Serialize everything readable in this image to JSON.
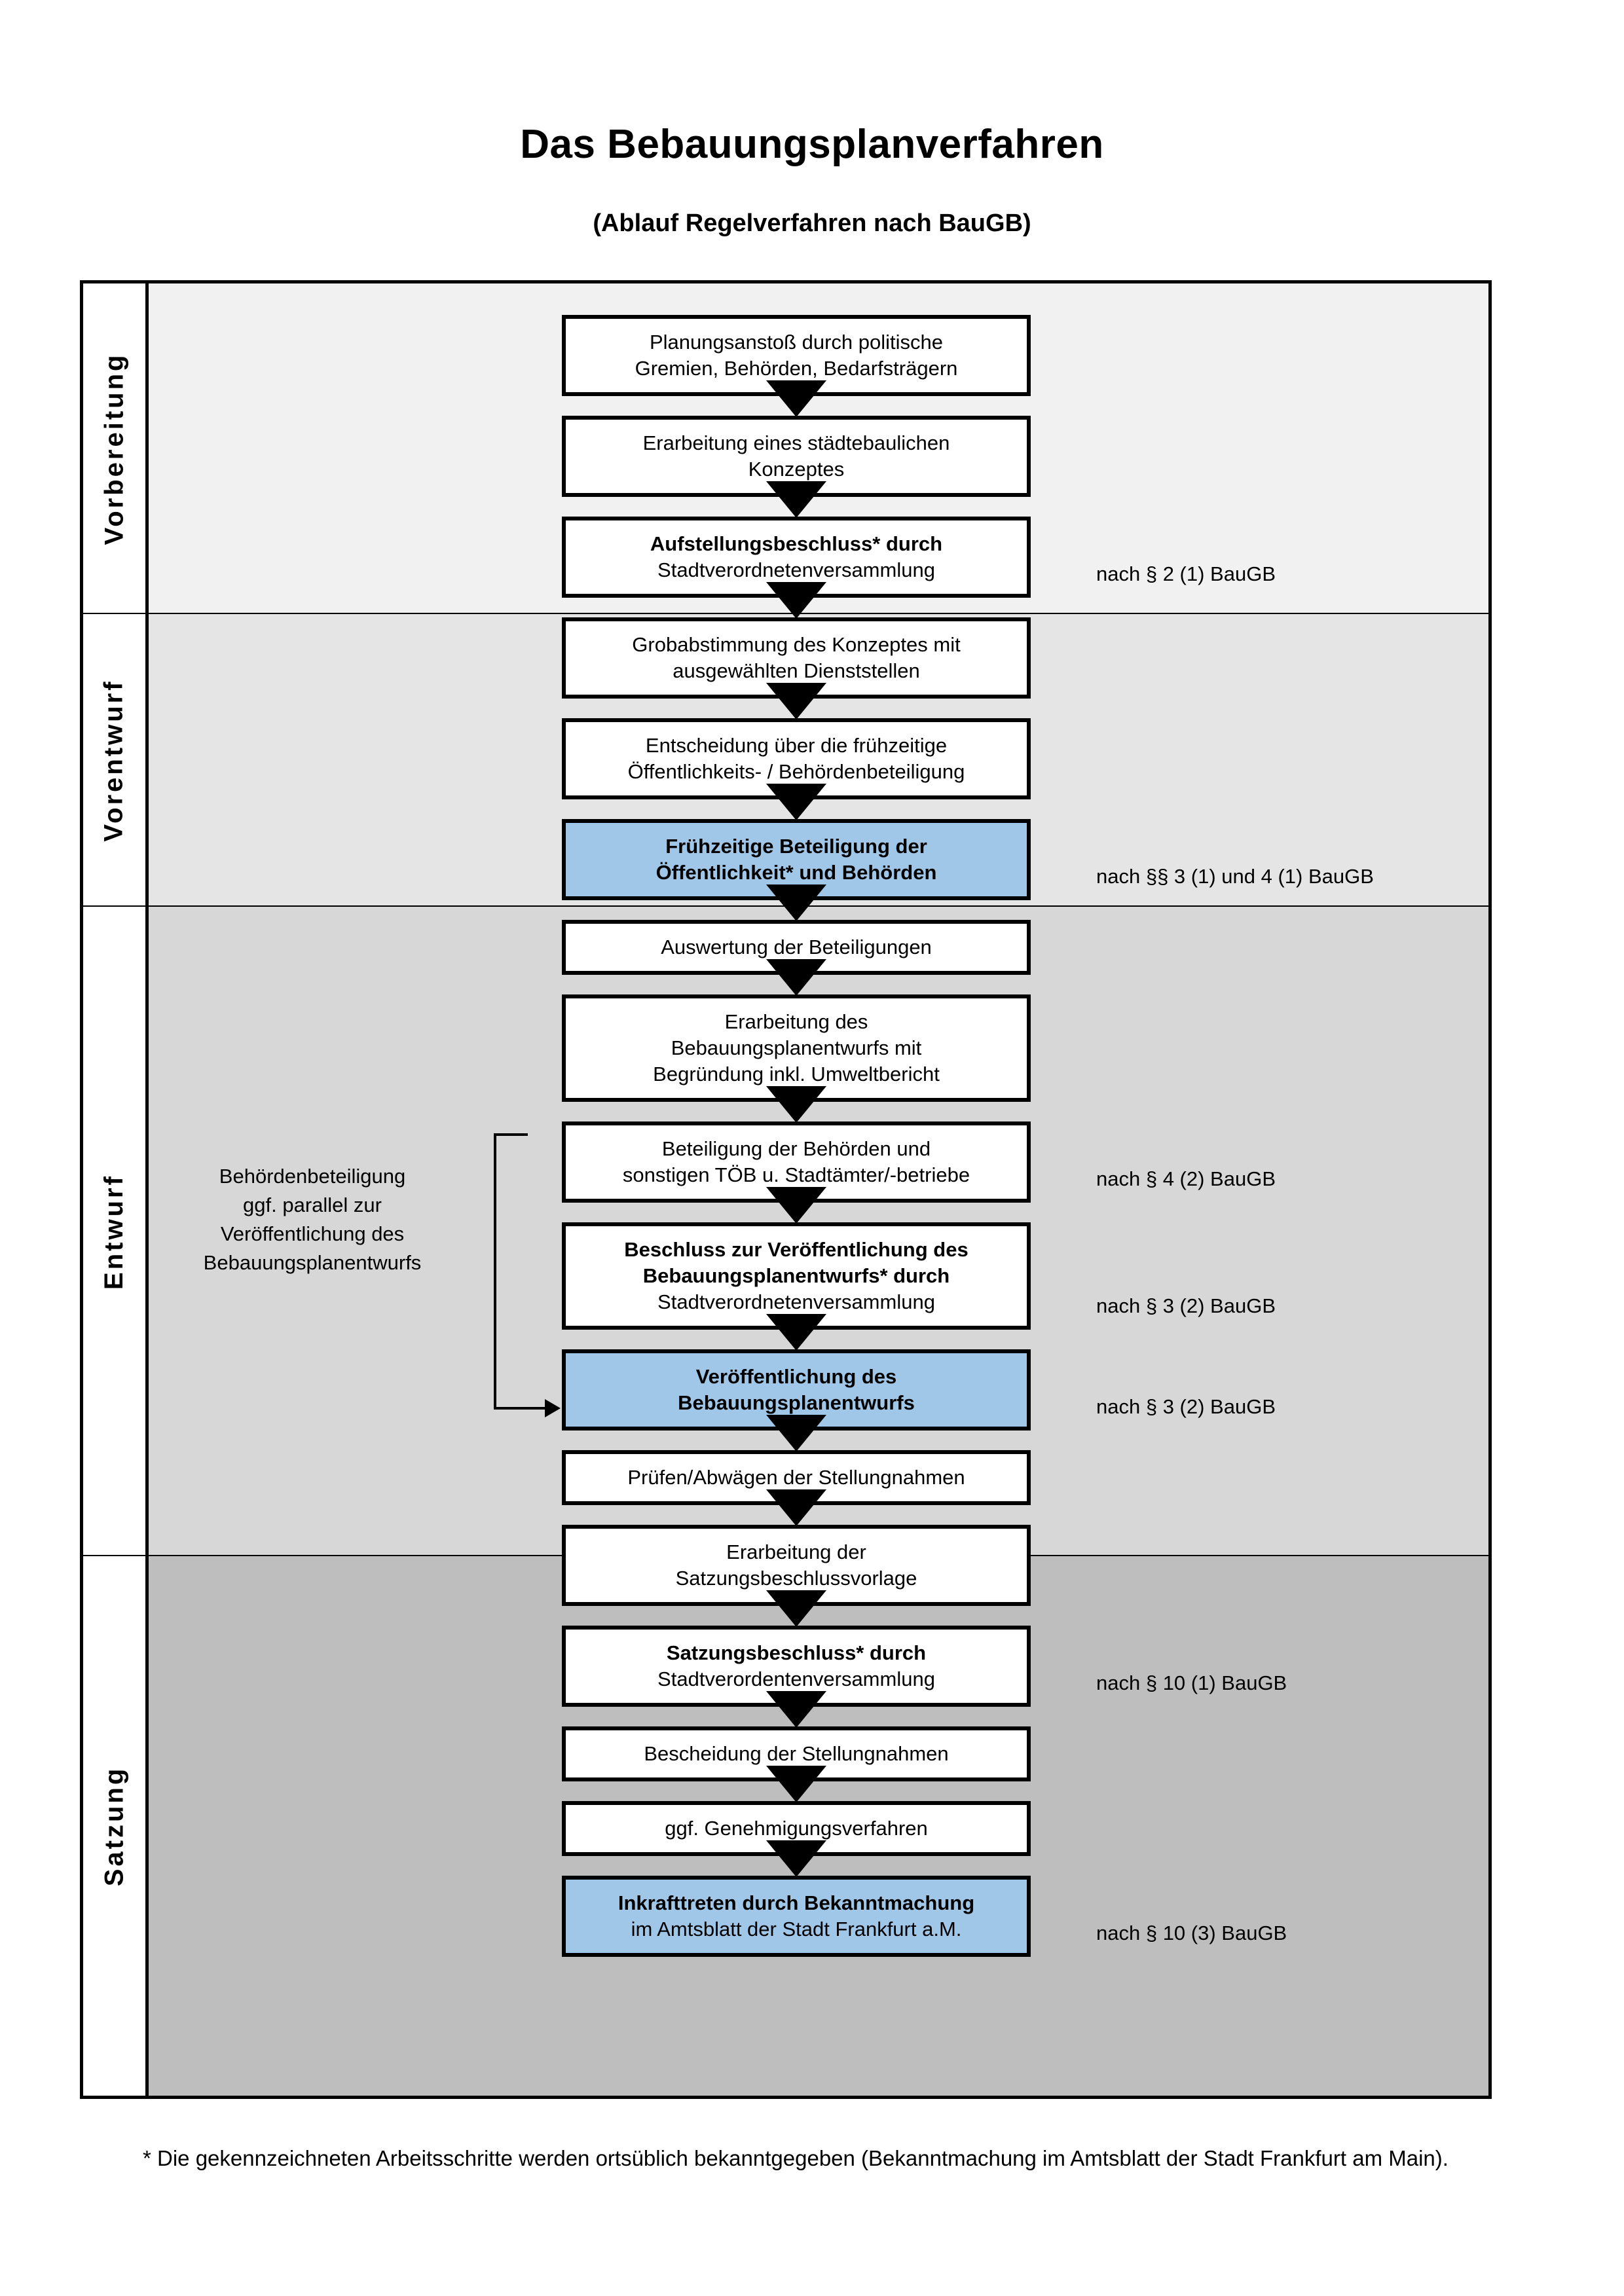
{
  "header": {
    "title": "Das Bebauungsplanverfahren",
    "subtitle": "(Ablauf Regelverfahren nach BauGB)"
  },
  "phases": [
    {
      "label": "Vorbereitung",
      "shade": "#f1f1f1"
    },
    {
      "label": "Vorentwurf",
      "shade": "#e5e5e5"
    },
    {
      "label": "Entwurf",
      "shade": "#d7d7d7"
    },
    {
      "label": "Satzung",
      "shade": "#bebebe"
    }
  ],
  "steps": [
    {
      "id": "planungsanstoss",
      "phase": "Vorbereitung",
      "highlight": false,
      "lines": [
        {
          "t": "Planungsanstoß durch politische",
          "bold": false
        },
        {
          "t": "Gremien, Behörden, Bedarfsträgern",
          "bold": false
        }
      ]
    },
    {
      "id": "staedtebauliches-konzept",
      "phase": "Vorbereitung",
      "highlight": false,
      "lines": [
        {
          "t": "Erarbeitung eines städtebaulichen",
          "bold": false
        },
        {
          "t": "Konzeptes",
          "bold": false
        }
      ]
    },
    {
      "id": "aufstellungsbeschluss",
      "phase": "Vorbereitung",
      "highlight": false,
      "lines": [
        {
          "t": "Aufstellungsbeschluss* durch",
          "bold": true,
          "tail": ""
        },
        {
          "t": "Stadtverordnetenversammlung",
          "bold": false
        }
      ]
    },
    {
      "id": "grobabstimmung",
      "phase": "Vorentwurf",
      "highlight": false,
      "lines": [
        {
          "t": "Grobabstimmung des Konzeptes mit",
          "bold": false
        },
        {
          "t": "ausgewählten Dienststellen",
          "bold": false
        }
      ]
    },
    {
      "id": "entscheidung-fruehzeitig",
      "phase": "Vorentwurf",
      "highlight": false,
      "lines": [
        {
          "t": "Entscheidung über die frühzeitige",
          "bold": false
        },
        {
          "t": "Öffentlichkeits- / Behördenbeteiligung",
          "bold": false
        }
      ]
    },
    {
      "id": "fruehzeitige-beteiligung",
      "phase": "Vorentwurf",
      "highlight": true,
      "lines": [
        {
          "t": "Frühzeitige Beteiligung der",
          "bold": true
        },
        {
          "t": "Öffentlichkeit* und Behörden",
          "bold": true
        }
      ]
    },
    {
      "id": "auswertung",
      "phase": "Entwurf",
      "highlight": false,
      "lines": [
        {
          "t": "Auswertung der Beteiligungen",
          "bold": false
        }
      ]
    },
    {
      "id": "erarbeitung-entwurf",
      "phase": "Entwurf",
      "highlight": false,
      "lines": [
        {
          "t": "Erarbeitung des",
          "bold": false
        },
        {
          "t": "Bebauungsplanentwurfs mit",
          "bold": false
        },
        {
          "t": "Begründung inkl. Umweltbericht",
          "bold": false
        }
      ]
    },
    {
      "id": "beteiligung-behoerden",
      "phase": "Entwurf",
      "highlight": false,
      "lines": [
        {
          "t": "Beteiligung der Behörden und",
          "bold": false
        },
        {
          "t": "sonstigen TÖB u. Stadtämter/-betriebe",
          "bold": false
        }
      ]
    },
    {
      "id": "beschluss-veroeffentlichung",
      "phase": "Entwurf",
      "highlight": false,
      "lines": [
        {
          "t": "Beschluss zur Veröffentlichung des",
          "bold": true
        },
        {
          "t": "Bebauungsplanentwurfs* durch",
          "bold": true
        },
        {
          "t": "Stadtverordnetenversammlung",
          "bold": false
        }
      ]
    },
    {
      "id": "veroeffentlichung",
      "phase": "Entwurf",
      "highlight": true,
      "lines": [
        {
          "t": "Veröffentlichung des",
          "bold": true
        },
        {
          "t": "Bebauungsplanentwurfs",
          "bold": true
        }
      ]
    },
    {
      "id": "pruefen-abwaegen",
      "phase": "Satzung",
      "highlight": false,
      "lines": [
        {
          "t": "Prüfen/Abwägen der Stellungnahmen",
          "bold": false
        }
      ]
    },
    {
      "id": "satzungsbeschlussvorlage",
      "phase": "Satzung",
      "highlight": false,
      "lines": [
        {
          "t": "Erarbeitung der",
          "bold": false
        },
        {
          "t": "Satzungsbeschlussvorlage",
          "bold": false
        }
      ]
    },
    {
      "id": "satzungsbeschluss",
      "phase": "Satzung",
      "highlight": false,
      "lines": [
        {
          "t": "Satzungsbeschluss* durch",
          "bold": true
        },
        {
          "t": "Stadtverordentenversammlung",
          "bold": false
        }
      ]
    },
    {
      "id": "bescheidung",
      "phase": "Satzung",
      "highlight": false,
      "lines": [
        {
          "t": "Bescheidung der Stellungnahmen",
          "bold": false
        }
      ]
    },
    {
      "id": "genehmigungsverfahren",
      "phase": "Satzung",
      "highlight": false,
      "lines": [
        {
          "t": "ggf. Genehmigungsverfahren",
          "bold": false
        }
      ]
    },
    {
      "id": "inkrafttreten",
      "phase": "Satzung",
      "highlight": true,
      "lines": [
        {
          "t": "Inkrafttreten durch Bekanntmachung",
          "bold": true
        },
        {
          "t": "im Amtsblatt der Stadt Frankfurt a.M.",
          "bold": false
        }
      ]
    }
  ],
  "sidenotes": [
    {
      "id": "note-aufstellungsbeschluss",
      "text": "nach § 2 (1) BauGB"
    },
    {
      "id": "note-fruehzeitige",
      "text": "nach §§ 3 (1) und 4 (1) BauGB"
    },
    {
      "id": "note-behoerden",
      "text": "nach § 4 (2) BauGB"
    },
    {
      "id": "note-beschluss",
      "text": "nach § 3 (2) BauGB"
    },
    {
      "id": "note-veroeffentlichung",
      "text": "nach § 3 (2) BauGB"
    },
    {
      "id": "note-satzungsbeschluss",
      "text": "nach § 10 (1) BauGB"
    },
    {
      "id": "note-inkrafttreten",
      "text": "nach § 10 (3) BauGB"
    }
  ],
  "parallel_note": {
    "lines": [
      "Behördenbeteiligung",
      "ggf. parallel zur",
      "Veröffentlichung des",
      "Bebauungsplanentwurfs"
    ]
  },
  "footnote": {
    "line1": "* Die gekennzeichneten Arbeitsschritte werden ortsüblich bekanntgegeben (Bekanntmachung im Amtsblatt  der Stadt",
    "line2": "Frankfurt am Main)."
  },
  "colors": {
    "highlight_blue": "#a0c6e8",
    "stroke": "#000000"
  }
}
